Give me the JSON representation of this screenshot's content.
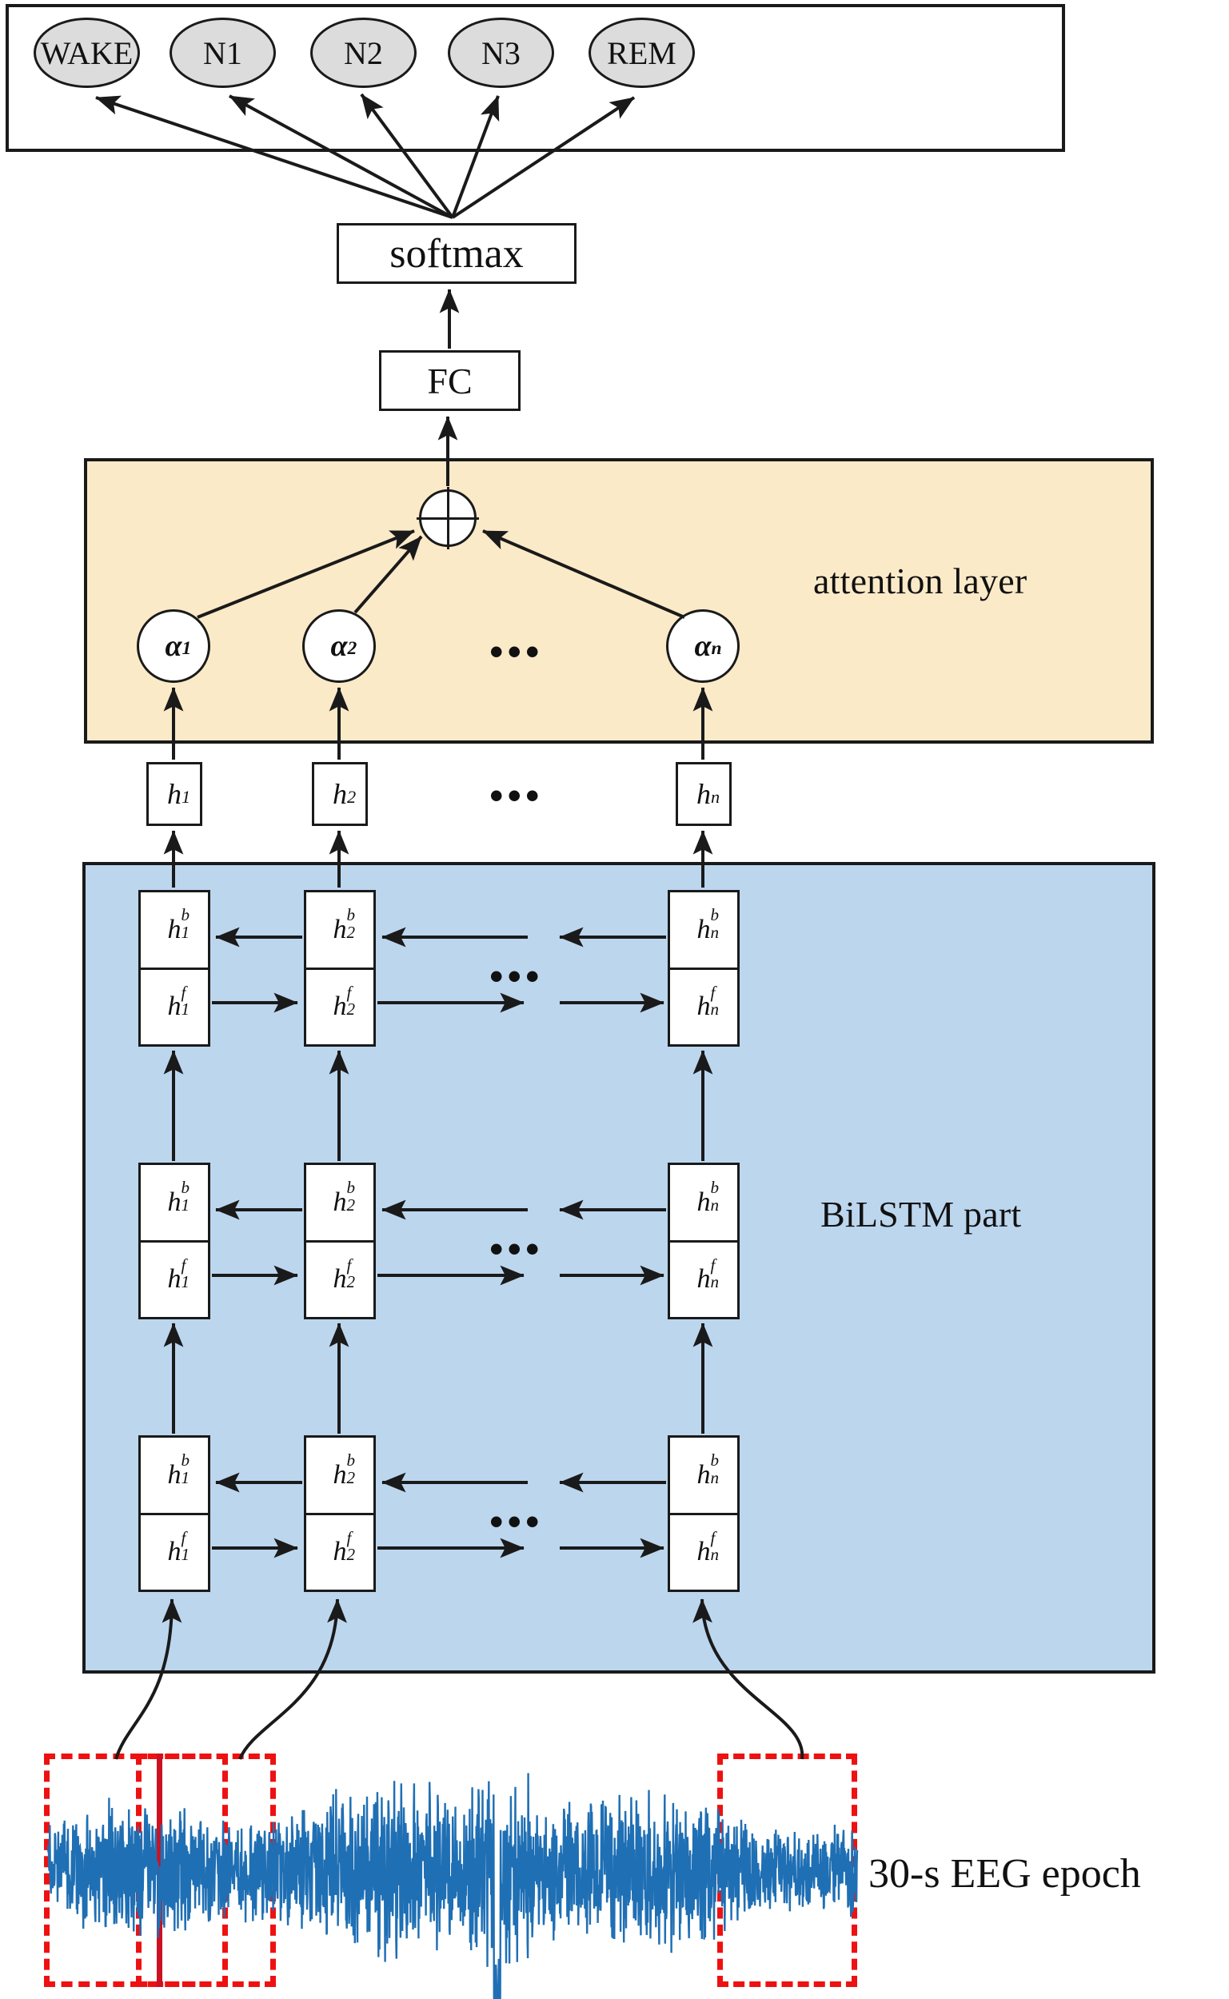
{
  "figure": {
    "title_absent": true
  },
  "output_layer": {
    "name": "sleep-stage-output",
    "classes": [
      {
        "label": "WAKE"
      },
      {
        "label": "N1"
      },
      {
        "label": "N2"
      },
      {
        "label": "N3"
      },
      {
        "label": "REM"
      }
    ]
  },
  "classifier": {
    "softmax_label": "softmax",
    "fc_label": "FC"
  },
  "attention": {
    "panel_label": "attention layer",
    "sum_symbol": "plus-circle",
    "weights": [
      {
        "base": "α",
        "sub": "1"
      },
      {
        "base": "α",
        "sub": "2"
      },
      {
        "base": "α",
        "sub": "n"
      }
    ],
    "ellipsis": "•••"
  },
  "hidden_outputs": {
    "items": [
      {
        "base": "h",
        "sub": "1"
      },
      {
        "base": "h",
        "sub": "2"
      },
      {
        "base": "h",
        "sub": "n"
      }
    ],
    "ellipsis": "•••"
  },
  "bilstm": {
    "panel_label": "BiLSTM part",
    "layers": [
      {
        "index": 2,
        "cells": [
          {
            "top": {
              "base": "h",
              "sup": "b",
              "sub": "1"
            },
            "bottom": {
              "base": "h",
              "sup": "f",
              "sub": "1"
            }
          },
          {
            "top": {
              "base": "h",
              "sup": "b",
              "sub": "2"
            },
            "bottom": {
              "base": "h",
              "sup": "f",
              "sub": "2"
            }
          },
          {
            "top": {
              "base": "h",
              "sup": "b",
              "sub": "n"
            },
            "bottom": {
              "base": "h",
              "sup": "f",
              "sub": "n"
            }
          }
        ],
        "ellipsis": "•••"
      },
      {
        "index": 1,
        "cells": [
          {
            "top": {
              "base": "h",
              "sup": "b",
              "sub": "1"
            },
            "bottom": {
              "base": "h",
              "sup": "f",
              "sub": "1"
            }
          },
          {
            "top": {
              "base": "h",
              "sup": "b",
              "sub": "2"
            },
            "bottom": {
              "base": "h",
              "sup": "f",
              "sub": "2"
            }
          },
          {
            "top": {
              "base": "h",
              "sup": "b",
              "sub": "n"
            },
            "bottom": {
              "base": "h",
              "sup": "f",
              "sub": "n"
            }
          }
        ],
        "ellipsis": "•••"
      },
      {
        "index": 0,
        "cells": [
          {
            "top": {
              "base": "h",
              "sup": "b",
              "sub": "1"
            },
            "bottom": {
              "base": "h",
              "sup": "f",
              "sub": "1"
            }
          },
          {
            "top": {
              "base": "h",
              "sup": "b",
              "sub": "2"
            },
            "bottom": {
              "base": "h",
              "sup": "f",
              "sub": "2"
            }
          },
          {
            "top": {
              "base": "h",
              "sup": "b",
              "sub": "n"
            },
            "bottom": {
              "base": "h",
              "sup": "f",
              "sub": "n"
            }
          }
        ],
        "ellipsis": "•••"
      }
    ]
  },
  "input_signal": {
    "label": "30-s EEG epoch",
    "signal_color": "#1f6fb4",
    "selection_color": "#ee1111",
    "num_selection_boxes": 3
  },
  "colors": {
    "attention_panel": "#fbeac8",
    "bilstm_panel": "#bcd6ee",
    "stage_node_fill": "#dcdcdc",
    "stroke": "#1a1a1a",
    "eeg_trace": "#1f6fb4",
    "eeg_selection": "#ee1111"
  }
}
